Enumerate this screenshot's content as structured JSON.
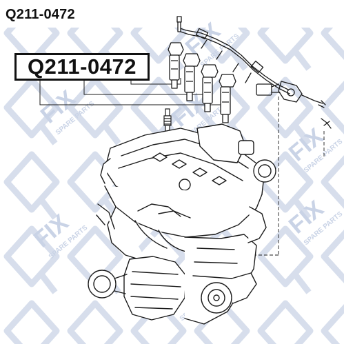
{
  "header": {
    "part_number": "Q211-0472"
  },
  "callout": {
    "label": "Q211-0472"
  },
  "watermark": {
    "brand": "FIX",
    "tagline": "SPARE PARTS",
    "color": "#c9d3e6"
  },
  "diagram": {
    "line_color": "#1a1a1a",
    "components": [
      "ignition-coils",
      "coil-wiring-harness",
      "spark-plug",
      "engine-block"
    ]
  }
}
